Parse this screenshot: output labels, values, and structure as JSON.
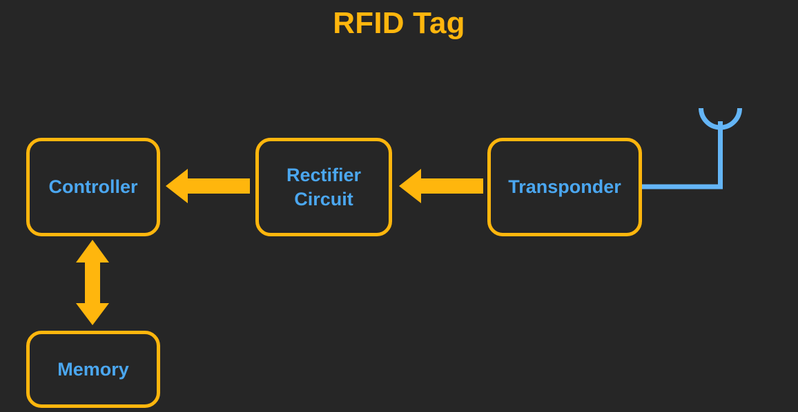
{
  "slide": {
    "title": "RFID Tag",
    "background_color": "#262626",
    "accent_color": "#FFB60D",
    "label_color": "#4BA7F0",
    "antenna_color": "#64B5F6"
  },
  "nodes": [
    {
      "id": "controller",
      "label": "Controller"
    },
    {
      "id": "rectifier",
      "label_line1": "Rectifier",
      "label_line2": "Circuit"
    },
    {
      "id": "transponder",
      "label": "Transponder"
    },
    {
      "id": "memory",
      "label": "Memory"
    }
  ],
  "connectors": [
    {
      "id": "transponder-to-rectifier",
      "direction": "left",
      "icon": "arrow-left-icon"
    },
    {
      "id": "rectifier-to-controller",
      "direction": "left",
      "icon": "arrow-left-icon"
    },
    {
      "id": "controller-memory",
      "direction": "bidirectional-vertical",
      "icon": "arrow-up-down-icon"
    },
    {
      "id": "transponder-antenna",
      "direction": "none",
      "icon": "antenna-icon"
    }
  ]
}
